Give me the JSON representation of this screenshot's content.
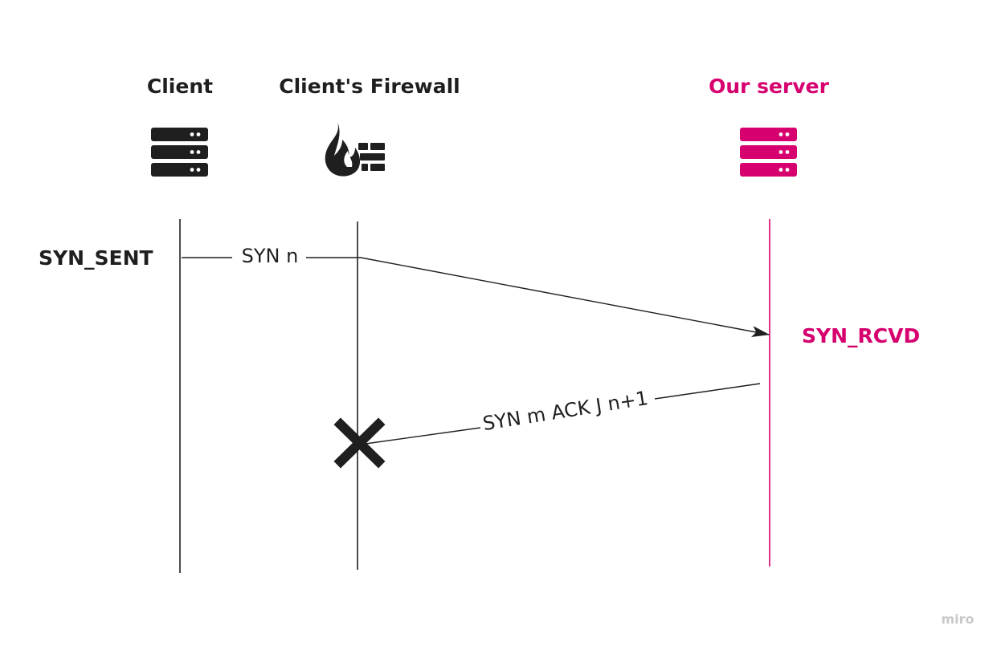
{
  "colors": {
    "ink": "#1f1f1f",
    "accent": "#d6006f",
    "watermark": "#c9c9c9",
    "background": "#ffffff"
  },
  "participants": [
    {
      "label": "Client",
      "icon": "server-stack-icon",
      "color": "#1f1f1f"
    },
    {
      "label": "Client's Firewall",
      "icon": "firewall-icon",
      "color": "#1f1f1f"
    },
    {
      "label": "Our server",
      "icon": "server-stack-icon",
      "color": "#d6006f"
    }
  ],
  "states": {
    "client": "SYN_SENT",
    "server": "SYN_RCVD"
  },
  "messages": [
    {
      "label": "SYN n",
      "from": "Client",
      "to": "Our server",
      "outcome": "delivered"
    },
    {
      "label": "SYN m ACK J n+1",
      "from": "Our server",
      "to": "Client's Firewall",
      "outcome": "blocked"
    }
  ],
  "blocked_marker_icon": "close-x-icon",
  "watermark": "miro"
}
